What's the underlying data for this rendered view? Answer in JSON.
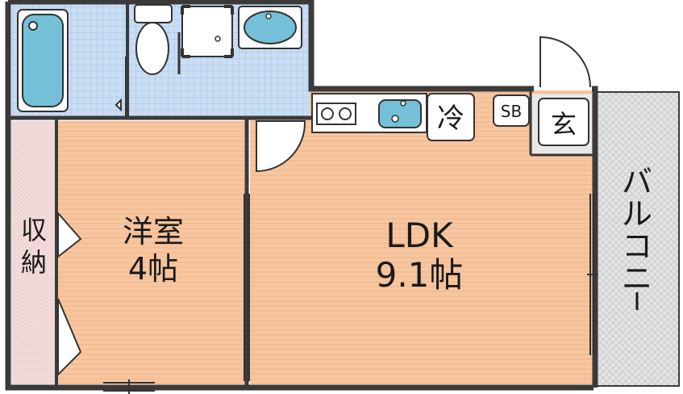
{
  "rooms": {
    "western_room": {
      "name": "洋室",
      "size": "4帖"
    },
    "ldk": {
      "name": "LDK",
      "size": "9.1帖"
    },
    "closet": {
      "chars": [
        "収",
        "納"
      ]
    },
    "balcony": {
      "chars": [
        "バ",
        "ル",
        "コ",
        "ニ",
        "ー"
      ]
    }
  },
  "fixtures": {
    "fridge": "冷",
    "shoe_box": "SB",
    "entrance": "玄"
  },
  "colors": {
    "wall": "#3a3a3a",
    "wood_floor": "#f8c9a4",
    "tile_floor": "#c9ddf3",
    "closet_floor": "#f3dcdc",
    "balcony_floor": "#e4e4e4",
    "fixture_blue": "#74c0d8"
  }
}
